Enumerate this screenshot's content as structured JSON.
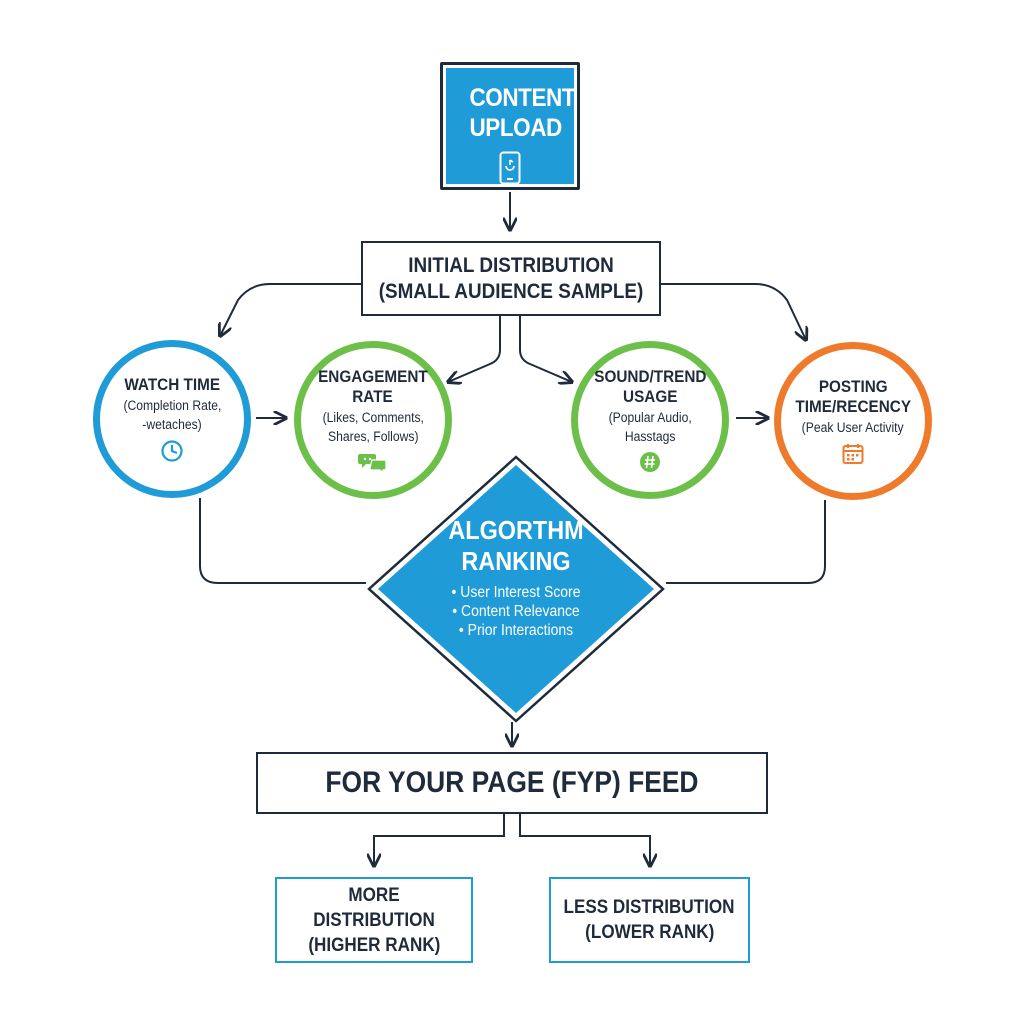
{
  "nodes": {
    "content_upload": {
      "title": "CONTENT UPLOAD",
      "icon": "mobile-phone-icon",
      "color": "#1f9bd7"
    },
    "initial_distribution": {
      "line1": "INITIAL DISTRIBUTION",
      "line2": "(SMALL AUDIENCE SAMPLE)"
    },
    "watch_time": {
      "title": "WATCH TIME",
      "line1": "(Completion Rate,",
      "line2": "-wetaches)",
      "icon": "clock-icon",
      "color": "#1f9bd7"
    },
    "engagement_rate": {
      "title1": "ENGAGEMENT",
      "title2": "RATE",
      "line1": "(Likes, Comments,",
      "line2": "Shares, Follows)",
      "icon": "chat-bubbles-icon",
      "color": "#6cc04a"
    },
    "sound_trend": {
      "title1": "SOUND/TREND",
      "title2": "USAGE",
      "line1": "(Popular Audio,",
      "line2": "Hasstags",
      "icon": "hashtag-icon",
      "color": "#6cc04a"
    },
    "posting_time": {
      "title1": "POSTING",
      "title2": "TIME/RECENCY",
      "line1": "(Peak User Activity",
      "icon": "calendar-icon",
      "color": "#f07a2b"
    },
    "algorithm_ranking": {
      "title1": "ALGORTHM",
      "title2": "RANKING",
      "factors": [
        "User Interest Score",
        "Content Relevance",
        "Prior Interactions"
      ],
      "color": "#1f9bd7"
    },
    "fyp_feed": {
      "title": "FOR YOUR PAGE (FYP) FEED"
    },
    "more_distribution": {
      "line1": "MORE DISTRIBUTION",
      "line2": "(HIGHER RANK)"
    },
    "less_distribution": {
      "line1": "LESS DISTRIBUTION",
      "line2": "(LOWER RANK)"
    }
  },
  "colors": {
    "line": "#1f2a3a",
    "blue": "#1f9bd7",
    "green": "#6cc04a",
    "orange": "#f07a2b"
  }
}
